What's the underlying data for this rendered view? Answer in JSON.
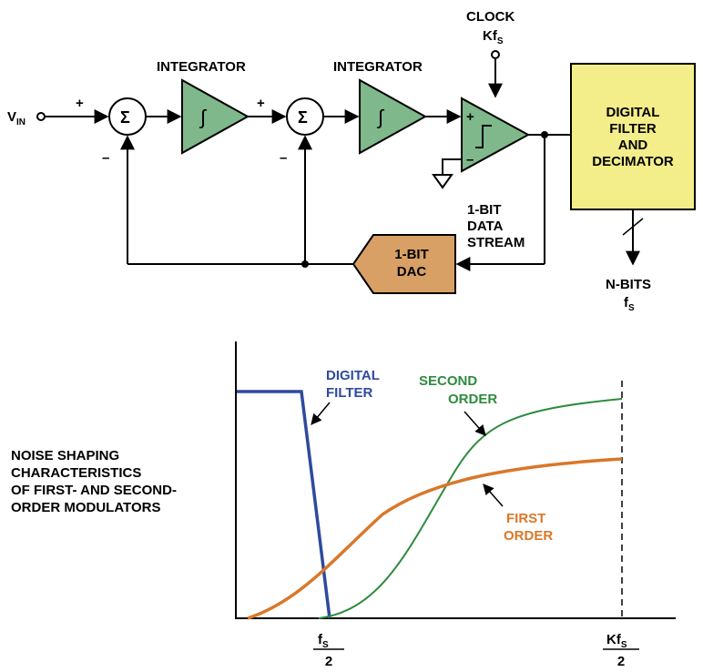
{
  "diagram": {
    "vin": "V",
    "vin_sub": "IN",
    "plus": "+",
    "minus": "–",
    "sigma": "Σ",
    "integral": "∫",
    "integrator_1": "INTEGRATOR",
    "integrator_2": "INTEGRATOR",
    "clock_1": "CLOCK",
    "clock_2": "Kf",
    "clock_sub": "S",
    "filter_lines": [
      "DIGITAL",
      "FILTER",
      "AND",
      "DECIMATOR"
    ],
    "data_stream_lines": [
      "1-BIT",
      "DATA",
      "STREAM"
    ],
    "dac_lines": [
      "1-BIT",
      "DAC"
    ],
    "nbits": "N-BITS",
    "fs": "f",
    "fs_sub": "S",
    "colors": {
      "block_green": "#7fb88a",
      "filter_yellow": "#f4ee8a",
      "dac_orange": "#d9a065"
    }
  },
  "chart": {
    "caption_lines": [
      "NOISE SHAPING",
      "CHARACTERISTICS",
      "OF FIRST- AND SECOND-",
      "ORDER MODULATORS"
    ],
    "digital_filter_lines": [
      "DIGITAL",
      "FILTER"
    ],
    "second_order_lines": [
      "SECOND",
      "ORDER"
    ],
    "first_order_lines": [
      "FIRST",
      "ORDER"
    ],
    "x_tick_1_num": "f",
    "x_tick_1_sub": "S",
    "x_tick_1_den": "2",
    "x_tick_2_num": "Kf",
    "x_tick_2_sub": "S",
    "x_tick_2_den": "2",
    "colors": {
      "digital_filter": "#2e4a9e",
      "second_order": "#2e8b3e",
      "first_order": "#d9782a"
    }
  }
}
